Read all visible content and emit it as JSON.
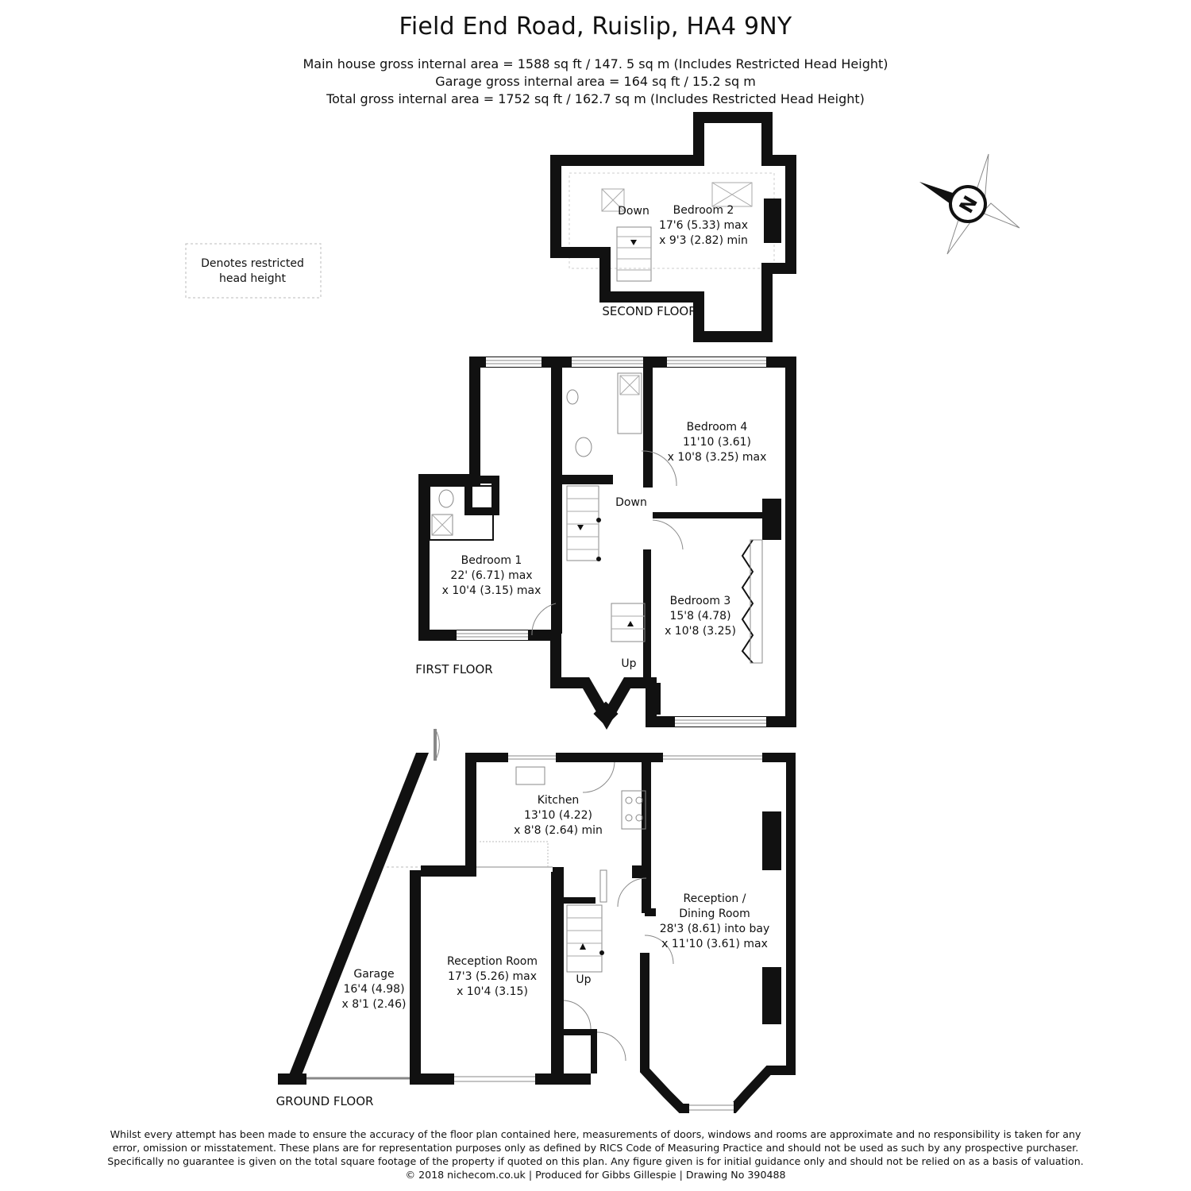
{
  "header": {
    "title": "Field End Road, Ruislip, HA4 9NY",
    "area_main": "Main house gross internal area =  1588 sq ft / 147. 5 sq m (Includes Restricted Head Height)",
    "area_garage": "Garage gross internal area = 164 sq ft / 15.2 sq m",
    "area_total": "Total gross internal area =  1752 sq ft / 162.7 sq m (Includes Restricted Head Height)"
  },
  "legend": {
    "line1": "Denotes restricted",
    "line2": "head height"
  },
  "compass": {
    "letter": "N",
    "icon": "north-arrow-icon"
  },
  "second_floor": {
    "label": "SECOND FLOOR",
    "stair_label": "Down",
    "bedroom2": {
      "name": "Bedroom 2",
      "dim1": "17'6 (5.33) max",
      "dim2": "x 9'3 (2.82) min"
    }
  },
  "first_floor": {
    "label": "FIRST FLOOR",
    "stair_down": "Down",
    "stair_up": "Up",
    "bedroom1": {
      "name": "Bedroom 1",
      "dim1": "22' (6.71) max",
      "dim2": "x 10'4 (3.15) max"
    },
    "bedroom3": {
      "name": "Bedroom 3",
      "dim1": "15'8 (4.78)",
      "dim2": "x 10'8 (3.25)"
    },
    "bedroom4": {
      "name": "Bedroom 4",
      "dim1": "11'10 (3.61)",
      "dim2": "x 10'8 (3.25) max"
    }
  },
  "ground_floor": {
    "label": "GROUND FLOOR",
    "stair_up": "Up",
    "kitchen": {
      "name": "Kitchen",
      "dim1": "13'10 (4.22)",
      "dim2": "x 8'8 (2.64) min"
    },
    "reception_dining": {
      "name1": "Reception /",
      "name2": "Dining Room",
      "dim1": "28'3 (8.61) into bay",
      "dim2": "x 11'10 (3.61) max"
    },
    "reception_room": {
      "name": "Reception Room",
      "dim1": "17'3 (5.26) max",
      "dim2": "x 10'4 (3.15)"
    },
    "garage": {
      "name": "Garage",
      "dim1": "16'4 (4.98)",
      "dim2": "x 8'1 (2.46)"
    }
  },
  "disclaimer": {
    "line1": "Whilst every attempt has been made to ensure the accuracy of the floor plan contained here, measurements of doors, windows and rooms are approximate and no responsibility is taken for any",
    "line2": "error, omission or misstatement. These plans are for representation purposes only as defined by RICS Code of Measuring Practice and should not be used as such by any prospective purchaser.",
    "line3": "Specifically no guarantee is given on the total square footage of the property if quoted on this plan. Any figure given is for initial guidance only and should not be relied on as a basis of valuation.",
    "line4": "© 2018 nichecom.co.uk  |  Produced for Gibbs Gillespie  |  Drawing No 390488"
  }
}
